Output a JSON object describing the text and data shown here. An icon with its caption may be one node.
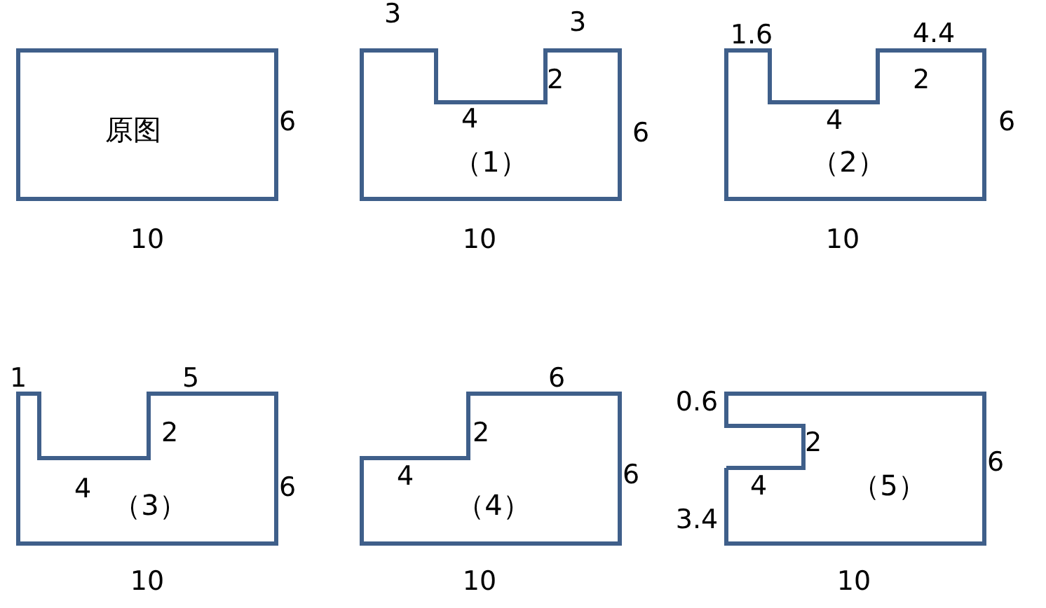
{
  "diagram": {
    "nodes": [
      {
        "text": [
          "原图"
        ]
      },
      {
        "text": [
          "（1）"
        ]
      },
      {
        "text": [
          "（2）"
        ]
      },
      {
        "text": [
          "（3）"
        ]
      },
      {
        "text": [
          "（4）"
        ]
      },
      {
        "text": [
          "（5）"
        ]
      }
    ],
    "labels": [
      "6",
      "10",
      "3",
      "3",
      "2",
      "4",
      "6",
      "10",
      "1.6",
      "4.4",
      "2",
      "4",
      "6",
      "10",
      "1",
      "5",
      "2",
      "4",
      "6",
      "10",
      "6",
      "2",
      "4",
      "6",
      "10",
      "0.6",
      "2",
      "4",
      "3.4",
      "6",
      "10"
    ]
  }
}
